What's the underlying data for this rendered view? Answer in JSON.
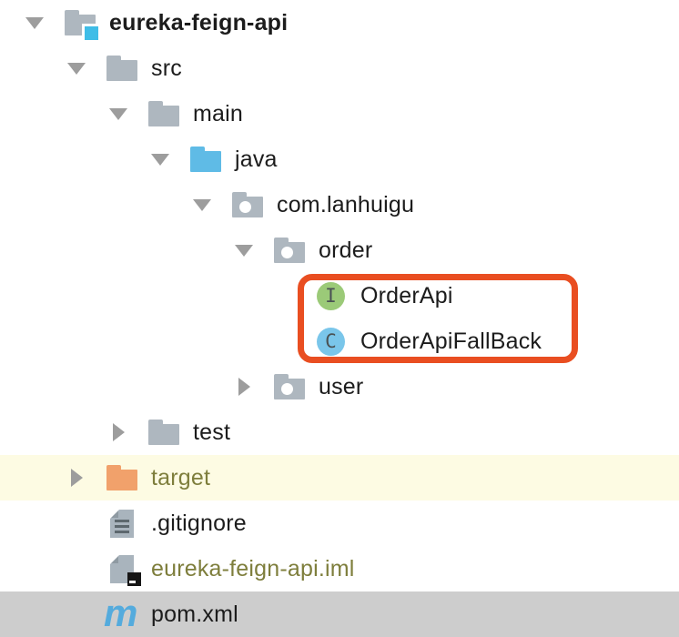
{
  "tree": {
    "rows": [
      {
        "label": "eureka-feign-api",
        "level": 0,
        "icon": "project-folder",
        "arrow": "expanded",
        "bold": true
      },
      {
        "label": "src",
        "level": 1,
        "icon": "folder",
        "arrow": "expanded"
      },
      {
        "label": "main",
        "level": 2,
        "icon": "folder",
        "arrow": "expanded"
      },
      {
        "label": "java",
        "level": 3,
        "icon": "source-folder",
        "arrow": "expanded"
      },
      {
        "label": "com.lanhuigu",
        "level": 4,
        "icon": "package",
        "arrow": "expanded"
      },
      {
        "label": "order",
        "level": 5,
        "icon": "package",
        "arrow": "expanded"
      },
      {
        "label": "OrderApi",
        "level": 6,
        "icon": "interface",
        "arrow": "none",
        "badge": "I"
      },
      {
        "label": "OrderApiFallBack",
        "level": 6,
        "icon": "class",
        "arrow": "none",
        "badge": "C"
      },
      {
        "label": "user",
        "level": 5,
        "icon": "package",
        "arrow": "collapsed"
      },
      {
        "label": "test",
        "level": 2,
        "icon": "folder",
        "arrow": "collapsed"
      },
      {
        "label": "target",
        "level": 1,
        "icon": "excluded-folder",
        "arrow": "collapsed",
        "row_bg": "pale-yellow",
        "text_style": "excluded"
      },
      {
        "label": ".gitignore",
        "level": 1,
        "icon": "text-file",
        "arrow": "none"
      },
      {
        "label": "eureka-feign-api.iml",
        "level": 1,
        "icon": "module-file",
        "arrow": "none",
        "text_style": "excluded"
      },
      {
        "label": "pom.xml",
        "level": 1,
        "icon": "maven",
        "arrow": "none",
        "glyph": "m",
        "row_bg": "selected-gray"
      }
    ]
  },
  "annotation": {
    "type": "highlight-rectangle",
    "around": [
      "OrderApi",
      "OrderApiFallBack"
    ],
    "border_color": "#e94e21"
  },
  "colors": {
    "background": "#ffffff",
    "tree_text": "#1c1c1c",
    "excluded_text": "#7e7e3c",
    "folder": "#aeb7bf",
    "source_folder_blue": "#5fbbe6",
    "excluded_folder_orange": "#f1a16b",
    "project_badge_blue": "#3fbde7",
    "interface_green": "#9bca78",
    "class_blue": "#7ac6ea",
    "maven_blue": "#54abdd",
    "arrow_gray": "#9d9d9d",
    "selected_row_bg": "#cdcdcd",
    "highlighted_row_bg": "#fdfbe3",
    "annotation_border": "#e94e21"
  }
}
